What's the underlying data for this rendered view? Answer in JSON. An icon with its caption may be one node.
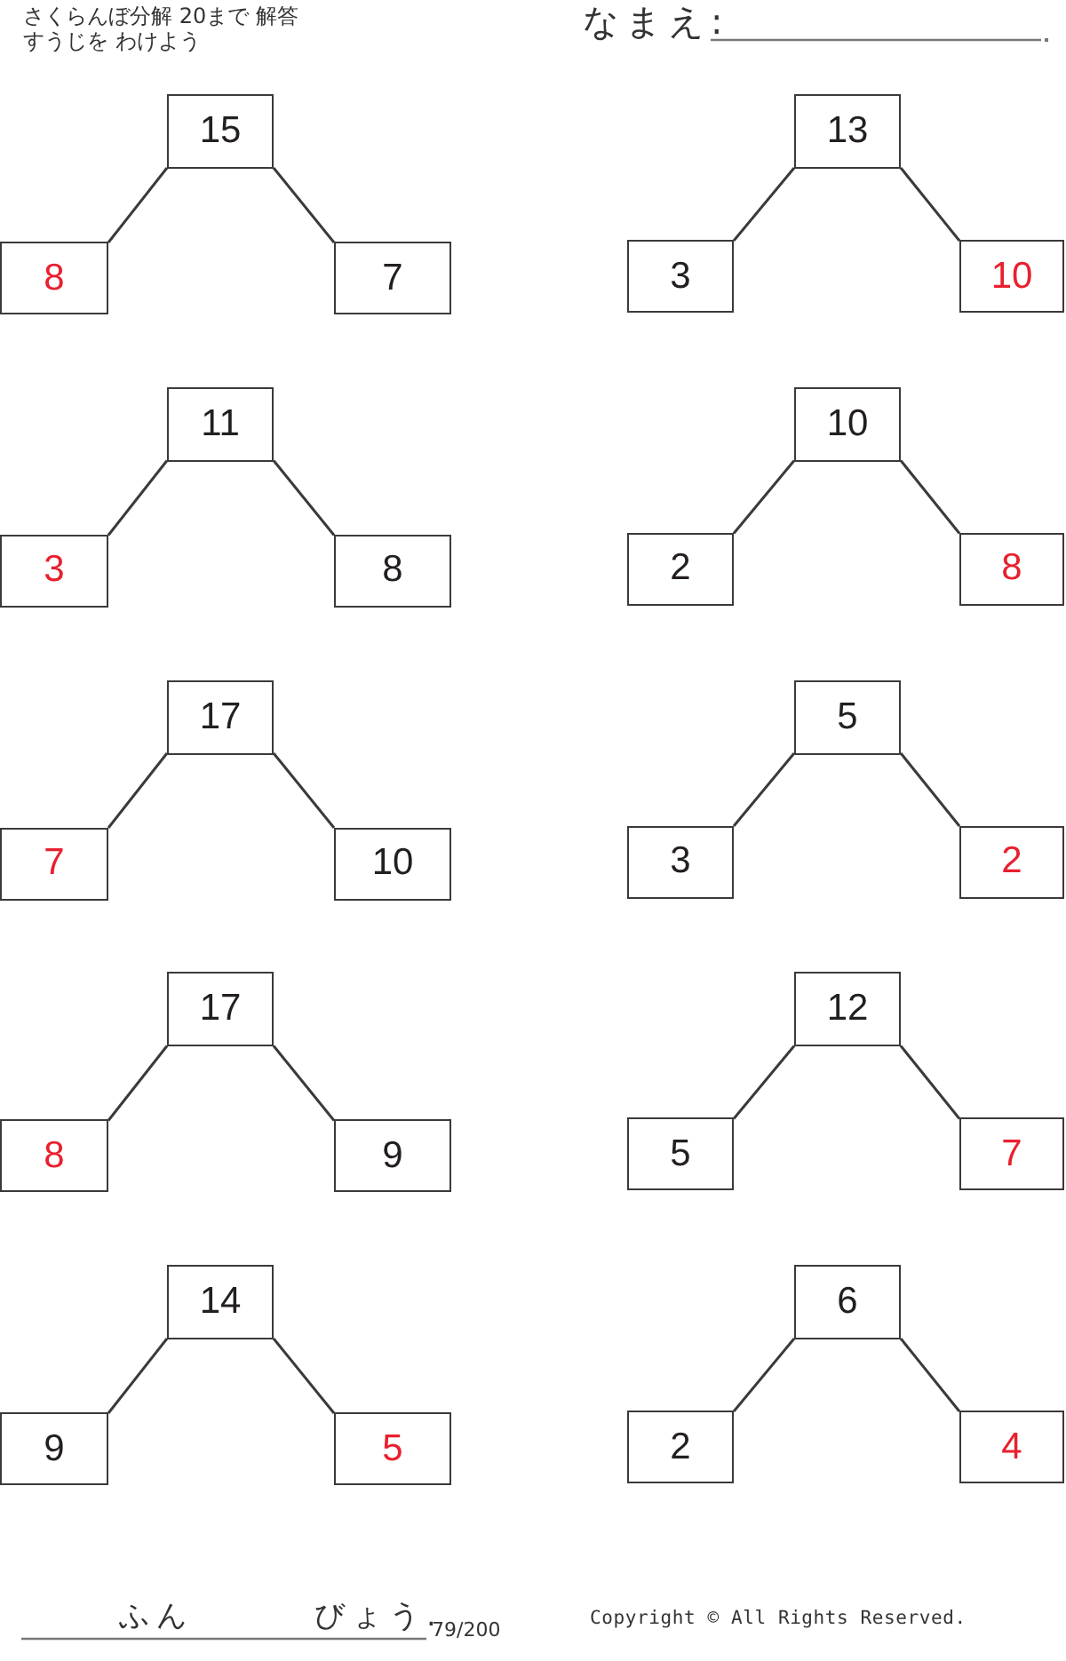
{
  "diagram": {
    "title": "さくらんぼ分解 20まで 解答",
    "nodes": [
      {
        "text": [
          "15"
        ]
      },
      {
        "text": [
          "8"
        ]
      },
      {
        "text": [
          "7"
        ]
      },
      {
        "text": [
          "13"
        ]
      },
      {
        "text": [
          "3"
        ]
      },
      {
        "text": [
          "10"
        ]
      },
      {
        "text": [
          "11"
        ]
      },
      {
        "text": [
          "3"
        ]
      },
      {
        "text": [
          "8"
        ]
      },
      {
        "text": [
          "10"
        ]
      },
      {
        "text": [
          "2"
        ]
      },
      {
        "text": [
          "8"
        ]
      },
      {
        "text": [
          "17"
        ]
      },
      {
        "text": [
          "7"
        ]
      },
      {
        "text": [
          "10"
        ]
      },
      {
        "text": [
          "5"
        ]
      },
      {
        "text": [
          "3"
        ]
      },
      {
        "text": [
          "2"
        ]
      },
      {
        "text": [
          "17"
        ]
      },
      {
        "text": [
          "8"
        ]
      },
      {
        "text": [
          "9"
        ]
      },
      {
        "text": [
          "12"
        ]
      },
      {
        "text": [
          "5"
        ]
      },
      {
        "text": [
          "7"
        ]
      },
      {
        "text": [
          "14"
        ]
      },
      {
        "text": [
          "9"
        ]
      },
      {
        "text": [
          "5"
        ]
      },
      {
        "text": [
          "6"
        ]
      },
      {
        "text": [
          "2"
        ]
      },
      {
        "text": [
          "4"
        ]
      }
    ],
    "edges": [
      {
        "from": 0,
        "to": 1,
        "arrow": "none"
      },
      {
        "from": 0,
        "to": 2,
        "arrow": "none"
      },
      {
        "from": 3,
        "to": 4,
        "arrow": "none"
      },
      {
        "from": 3,
        "to": 5,
        "arrow": "none"
      },
      {
        "from": 6,
        "to": 7,
        "arrow": "none"
      },
      {
        "from": 6,
        "to": 8,
        "arrow": "none"
      },
      {
        "from": 9,
        "to": 10,
        "arrow": "none"
      },
      {
        "from": 9,
        "to": 11,
        "arrow": "none"
      },
      {
        "from": 12,
        "to": 13,
        "arrow": "none"
      },
      {
        "from": 12,
        "to": 14,
        "arrow": "none"
      },
      {
        "from": 15,
        "to": 16,
        "arrow": "none"
      },
      {
        "from": 15,
        "to": 17,
        "arrow": "none"
      },
      {
        "from": 18,
        "to": 19,
        "arrow": "none"
      },
      {
        "from": 18,
        "to": 20,
        "arrow": "none"
      },
      {
        "from": 21,
        "to": 22,
        "arrow": "none"
      },
      {
        "from": 21,
        "to": 23,
        "arrow": "none"
      },
      {
        "from": 24,
        "to": 25,
        "arrow": "none"
      },
      {
        "from": 24,
        "to": 26,
        "arrow": "none"
      },
      {
        "from": 27,
        "to": 28,
        "arrow": "none"
      },
      {
        "from": 27,
        "to": 29,
        "arrow": "none"
      }
    ],
    "labels": [
      "すうじを わけよう",
      "なまえ:",
      "ふん",
      "びょう.",
      "79/200",
      "Copyright © All Rights Reserved."
    ]
  }
}
